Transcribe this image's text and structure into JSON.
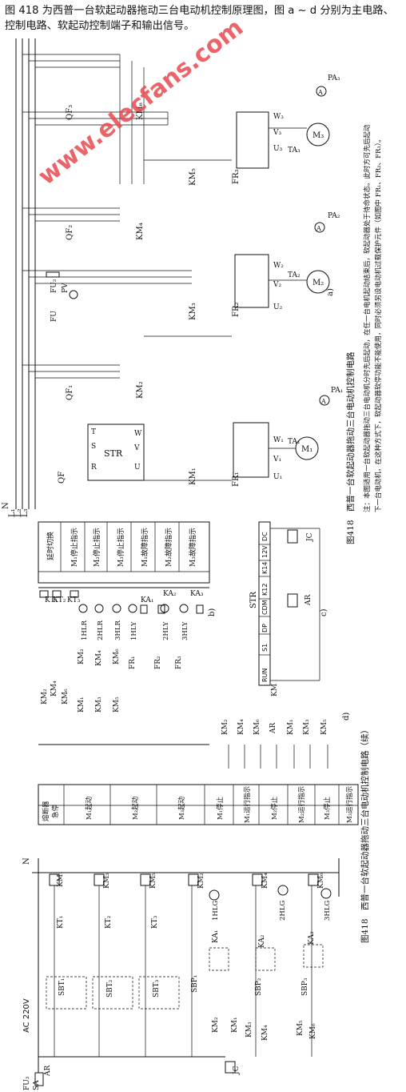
{
  "header": {
    "text": "图 418 为西普一台软起动器拖动三台电动机控制原理图，图 a ~ d 分别为主电路、控制电路、软起动控制端子和输出信号。"
  },
  "watermark": "www.elecfans.com",
  "figure_a": {
    "caption": "图418　西普一台软起动器拖动三台电动机控制电路",
    "sub_label": "a)",
    "note_lines": [
      "注：本图适用一台软起动器拖动三台电动机分时先后起动，在任一台电机起动结束后，软起动器处于待命状态。此时方可先后起动",
      "下一台电动机，在这种方式下，软起动器软停功能不能使用，同时必须另设电动机过载保护元件（如图中 FR₁、FR₂、FR₃）。"
    ],
    "phases": [
      "N",
      "L₁",
      "L₂",
      "L₃"
    ],
    "labels": {
      "qf": "QF",
      "qf1": "QF₁",
      "qf2": "QF₂",
      "qf3": "QF₃",
      "km1": "KM₁",
      "km2": "KM₂",
      "km3": "KM₃",
      "km4": "KM₄",
      "km5": "KM₅",
      "km6": "KM₆",
      "fr1": "FR₁",
      "fr2": "FR₂",
      "fr3": "FR₃",
      "ta1": "TA₁",
      "ta2": "TA₂",
      "ta3": "TA₃",
      "pa1": "PA₁",
      "pa2": "PA₂",
      "pa3": "PA₃",
      "m1": "M₁",
      "m2": "M₂",
      "m3": "M₃",
      "u1": "U₁",
      "v1": "V₁",
      "w1": "W₁",
      "u2": "U₂",
      "v2": "V₂",
      "w2": "W₂",
      "u3": "U₃",
      "v3": "V₃",
      "w3": "W₃",
      "fu": "FU",
      "fu2": "FU₂",
      "pv": "PV",
      "str": "STR",
      "r": "R",
      "s": "S",
      "t": "T",
      "u": "U",
      "v": "V",
      "w": "W",
      "a": "A",
      "three": "3"
    }
  },
  "figure_b": {
    "sub_label": "b)",
    "contacts": [
      "KM₂",
      "KM₄",
      "KM₆",
      "KM₁",
      "KM₃",
      "KM₅",
      "FR₁",
      "FR₂",
      "FR₃"
    ],
    "relays": [
      "KT₁",
      "KT₂",
      "KT₃"
    ],
    "lamps": [
      "1HLR",
      "2HLR",
      "3HLR",
      "1HLY",
      "2HLY",
      "3HLY"
    ],
    "coils": [
      "KA₁",
      "KA₂",
      "KA₃"
    ],
    "table": [
      "延时切换",
      "M₁停止指示",
      "M₂停止指示",
      "M₃停止指示",
      "M₁故障指示",
      "M₂故障指示",
      "M₃故障指示"
    ]
  },
  "figure_c": {
    "sub_label": "c)",
    "str_label": "STR",
    "terminals": [
      "RUN",
      "S1",
      "DP",
      "CDM",
      "K12",
      "K14",
      "12V",
      "DC"
    ],
    "relay": "AR",
    "jc": "JC",
    "km": "KM"
  },
  "figure_d": {
    "sub_label": "d)",
    "outputs": [
      "KM₂",
      "KM₄",
      "KM₆",
      "AR",
      "KM₁",
      "KM₃",
      "KM₅"
    ]
  },
  "figure_cont": {
    "caption": "图418　西普一台软起动器拖动三台电动机控制电路（续）",
    "supply": "AC 220V",
    "fuse": "FU₃",
    "sa": "SA",
    "ar": "AR",
    "jc": "JC",
    "coils": [
      "KM₁",
      "KM₃",
      "KM₅",
      "KM₂",
      "KM₄",
      "KM₆"
    ],
    "timers": [
      "KT₁",
      "KT₂",
      "KT₃"
    ],
    "buttons_start": [
      "SBT₁",
      "SBT₂",
      "SBT₃"
    ],
    "buttons_stop": [
      "SBP₁",
      "SBP₂",
      "SBP₃"
    ],
    "ka": [
      "KA₁",
      "KA₂",
      "KA₃"
    ],
    "km_contacts": [
      "KM₁",
      "KM₃",
      "KM₅",
      "KM₂",
      "KM₄",
      "KM₆"
    ],
    "lamps": [
      "1HLG",
      "2HLG",
      "3HLG"
    ],
    "n_label": "N",
    "table": [
      "熔断器",
      "急停",
      "M₁起动",
      "M₂起动",
      "M₃起动",
      "M₁停止",
      "M₁运行指示",
      "M₂停止",
      "M₂运行指示",
      "M₃停止",
      "M₃运行指示"
    ]
  }
}
